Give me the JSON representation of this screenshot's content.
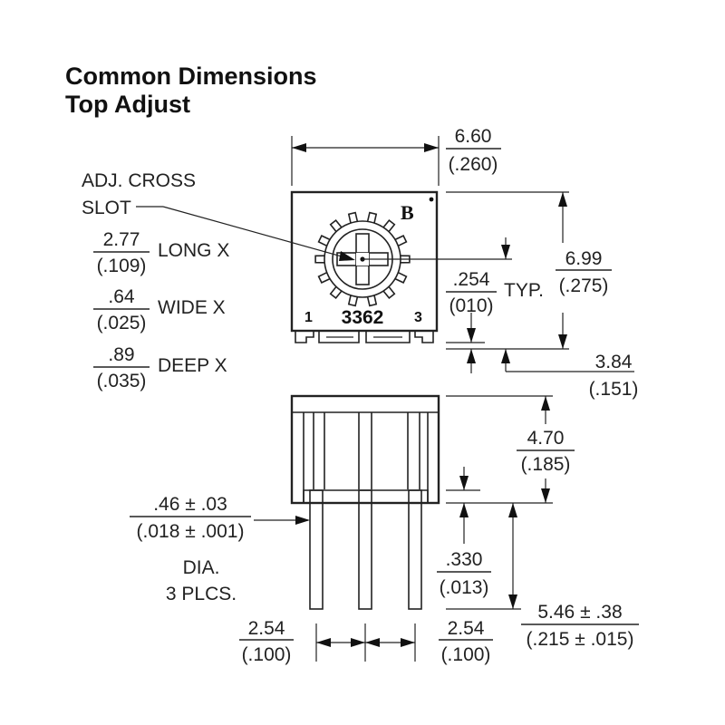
{
  "title": {
    "line1": "Common Dimensions",
    "line2": "Top Adjust"
  },
  "logo": "B",
  "part_number": "3362",
  "pin_labels": {
    "left": "1",
    "right": "3"
  },
  "callouts": {
    "adj_cross_slot": {
      "line1": "ADJ. CROSS",
      "line2": "SLOT"
    },
    "long_x": {
      "mm": "2.77",
      "in": "(.109)",
      "label": "LONG X"
    },
    "wide_x": {
      "mm": ".64",
      "in": "(.025)",
      "label": "WIDE X"
    },
    "deep_x": {
      "mm": ".89",
      "in": "(.035)",
      "label": "DEEP X"
    },
    "pin_dia": {
      "mm": ".46 ± .03",
      "in": "(.018 ± .001)",
      "line3": "DIA.",
      "line4": "3 PLCS."
    }
  },
  "dimensions": {
    "width": {
      "mm": "6.60",
      "in": "(.260)"
    },
    "height": {
      "mm": "6.99",
      "in": "(.275)"
    },
    "standoff": {
      "mm": ".254",
      "in": "(010)",
      "suffix": "TYP."
    },
    "offset": {
      "mm": "3.84",
      "in": "(.151)"
    },
    "body_height": {
      "mm": "4.70",
      "in": "(.185)"
    },
    "seat": {
      "mm": ".330",
      "in": "(.013)"
    },
    "pin_length": {
      "mm": "5.46 ± .38",
      "in": "(.215 ± .015)"
    },
    "pitch_left": {
      "mm": "2.54",
      "in": "(.100)"
    },
    "pitch_right": {
      "mm": "2.54",
      "in": "(.100)"
    }
  }
}
